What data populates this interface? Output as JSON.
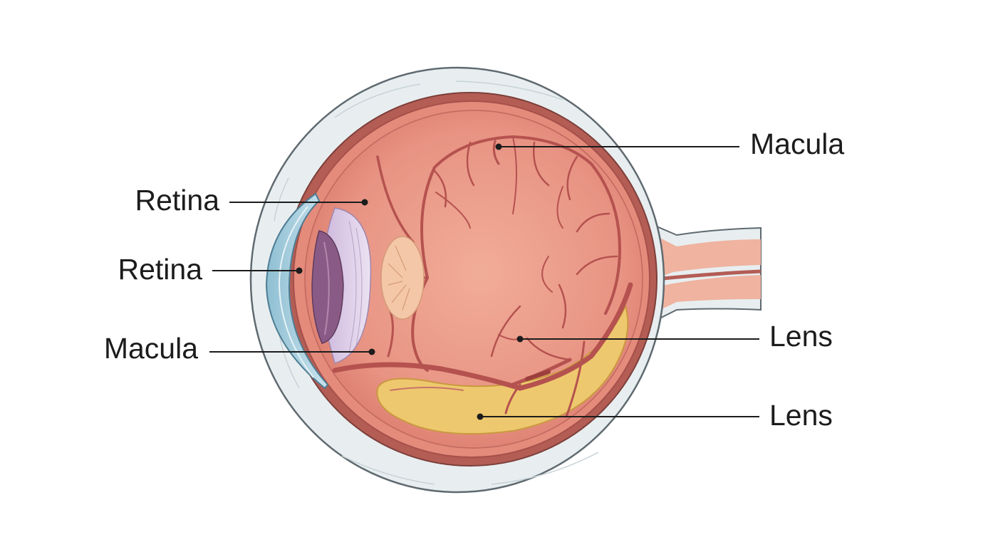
{
  "labels": {
    "retina_upper": "Retina",
    "retina_lower": "Retina",
    "macula_left": "Macula",
    "macula_right": "Macula",
    "lens_upper": "Lens",
    "lens_lower": "Lens"
  },
  "colors": {
    "sclera": "#e8eef0",
    "sclera_outline": "#5f6a70",
    "choroid": "#b35d55",
    "retina_fill": "#e89686",
    "vessel": "#b5524f",
    "cornea": "#a9cfe0",
    "iris": "#8a5a86",
    "lens": "#ddd0e6",
    "yellow_band": "#eec86e",
    "optic_nerve": "#efb3a0"
  }
}
